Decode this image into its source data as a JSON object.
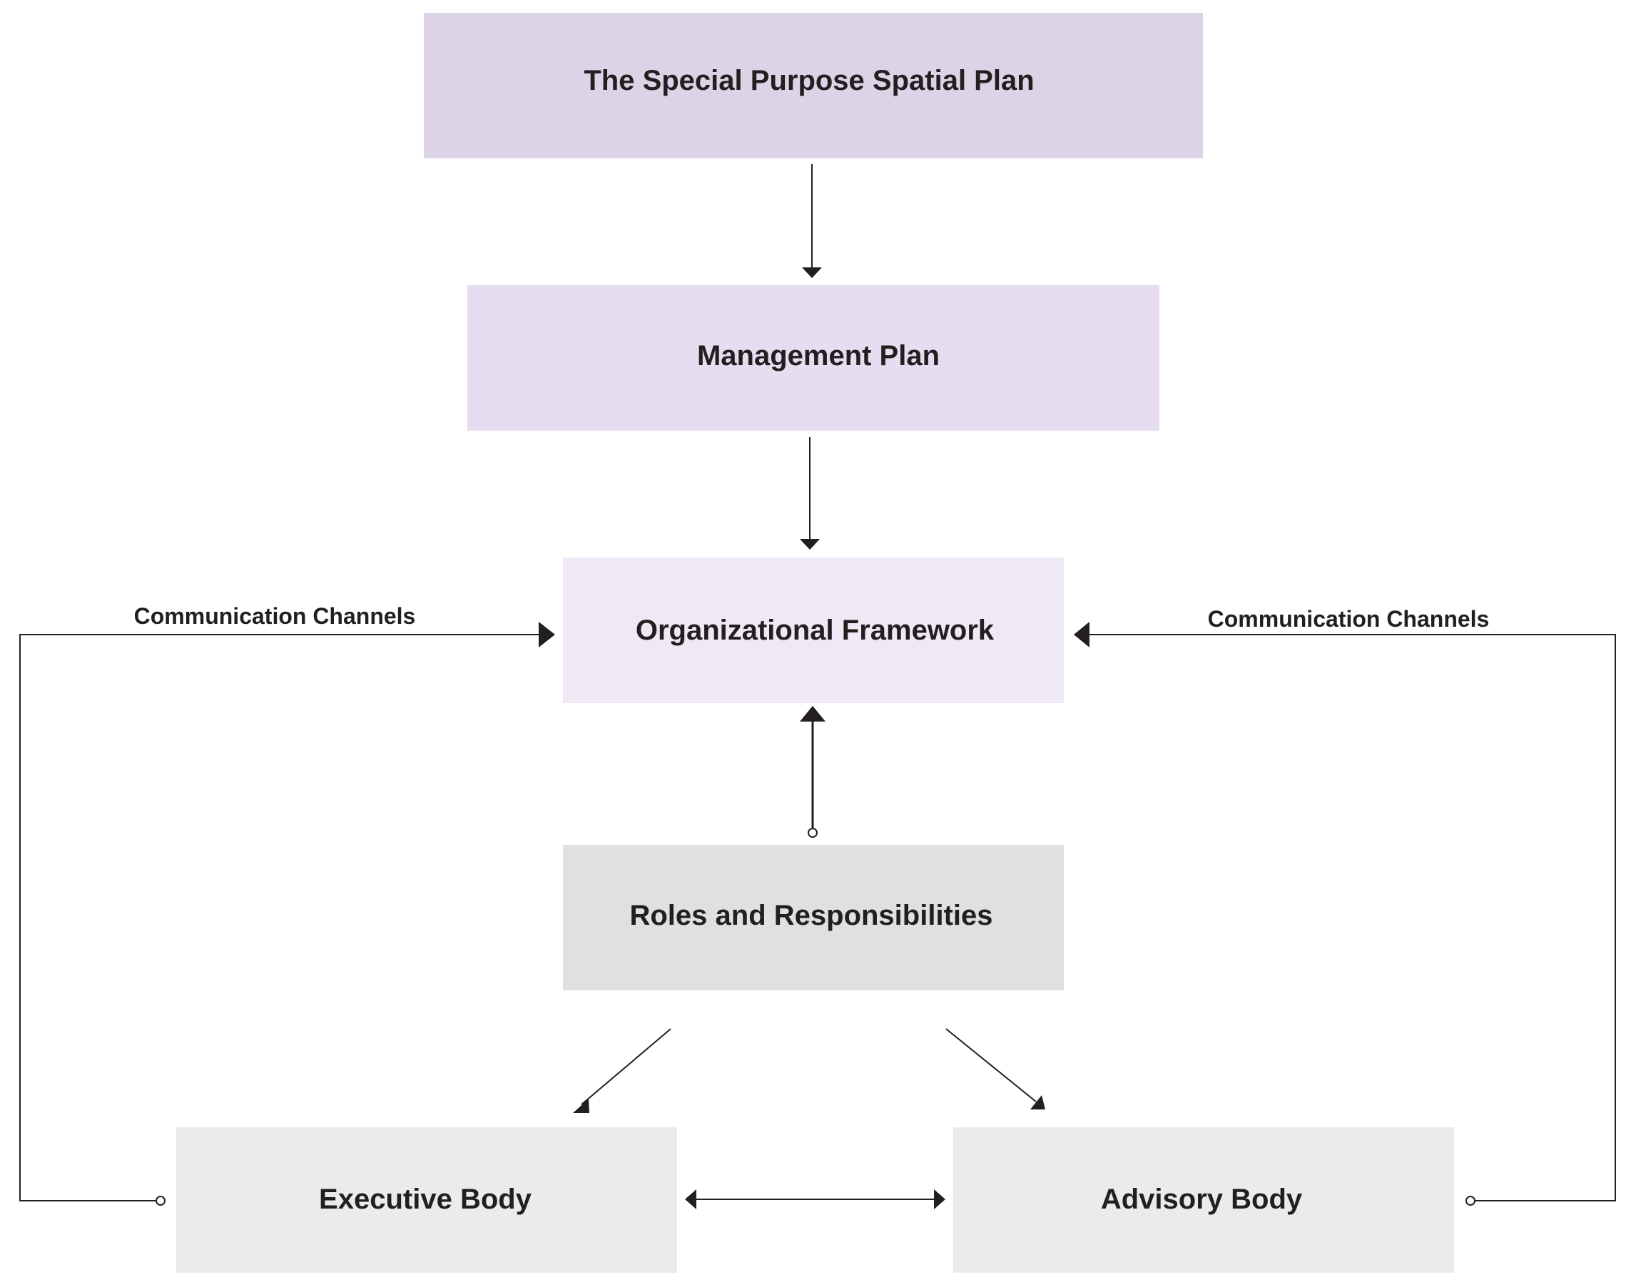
{
  "diagram": {
    "nodes": {
      "spatial_plan": {
        "label": "The Special Purpose Spatial Plan",
        "color": "#ddd3e7"
      },
      "management_plan": {
        "label": "Management Plan",
        "color": "#e6ddf0"
      },
      "org_framework": {
        "label": "Organizational Framework",
        "color": "#efe9f5"
      },
      "roles": {
        "label": "Roles and Responsibilities",
        "color": "#dfe1e1"
      },
      "executive": {
        "label": "Executive Body",
        "color": "#ebebeb"
      },
      "advisory": {
        "label": "Advisory Body",
        "color": "#ebebeb"
      }
    },
    "edge_labels": {
      "left_channel": "Communication Channels",
      "right_channel": "Communication Channels"
    },
    "line_color": "#231f20",
    "text_color": "#231f20"
  }
}
